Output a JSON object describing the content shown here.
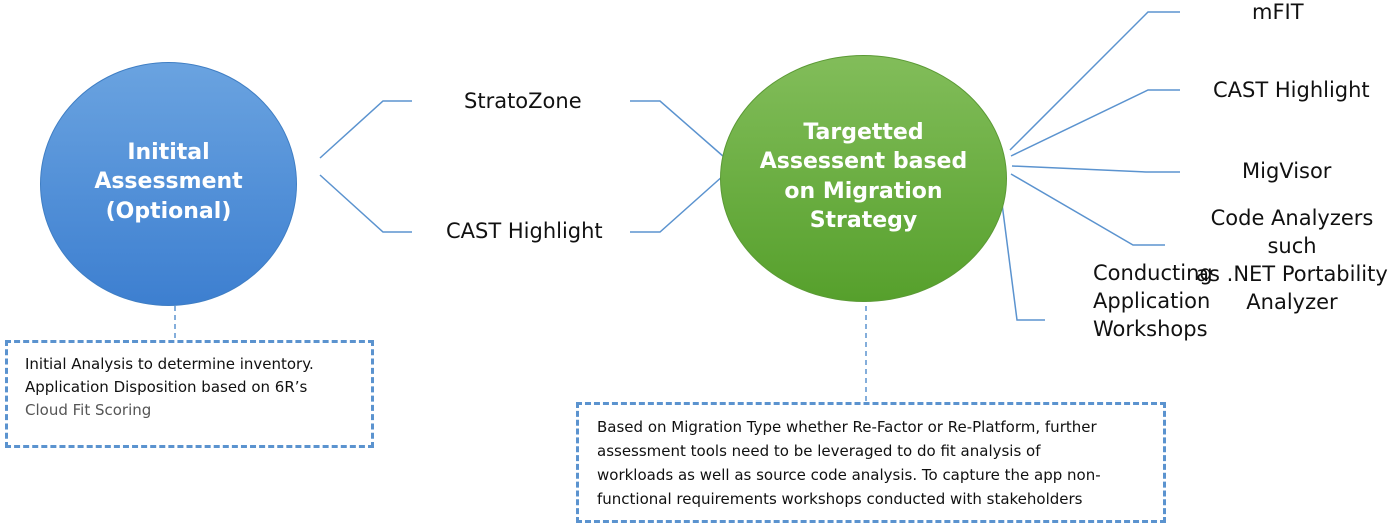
{
  "colors": {
    "connector": "#5b93cf",
    "initial_circle": "#4a8ad6",
    "targeted_circle": "#6aae3f",
    "box_border": "#5b93cf"
  },
  "initial_assessment": {
    "title": "Initital\nAssessment\n(Optional)",
    "tools": [
      "StratoZone",
      "CAST Highlight"
    ],
    "note_lines": [
      "Initial Analysis to determine inventory.",
      "Application Disposition based on 6R’s"
    ],
    "note_muted_line": "Cloud Fit Scoring"
  },
  "targeted_assessment": {
    "title": "Targetted\nAssessent based\non Migration\nStrategy",
    "tools": [
      "mFIT",
      "CAST Highlight",
      "MigVisor",
      "Code Analyzers such\nas .NET Portability\nAnalyzer",
      "Conducting\nApplication\nWorkshops"
    ],
    "note_lines": [
      "Based on Migration Type whether Re-Factor or Re-Platform, further",
      "assessment tools need to be leveraged to do fit analysis of",
      "workloads as well as source code analysis. To capture the app non-",
      "functional requirements workshops conducted with stakeholders"
    ]
  }
}
